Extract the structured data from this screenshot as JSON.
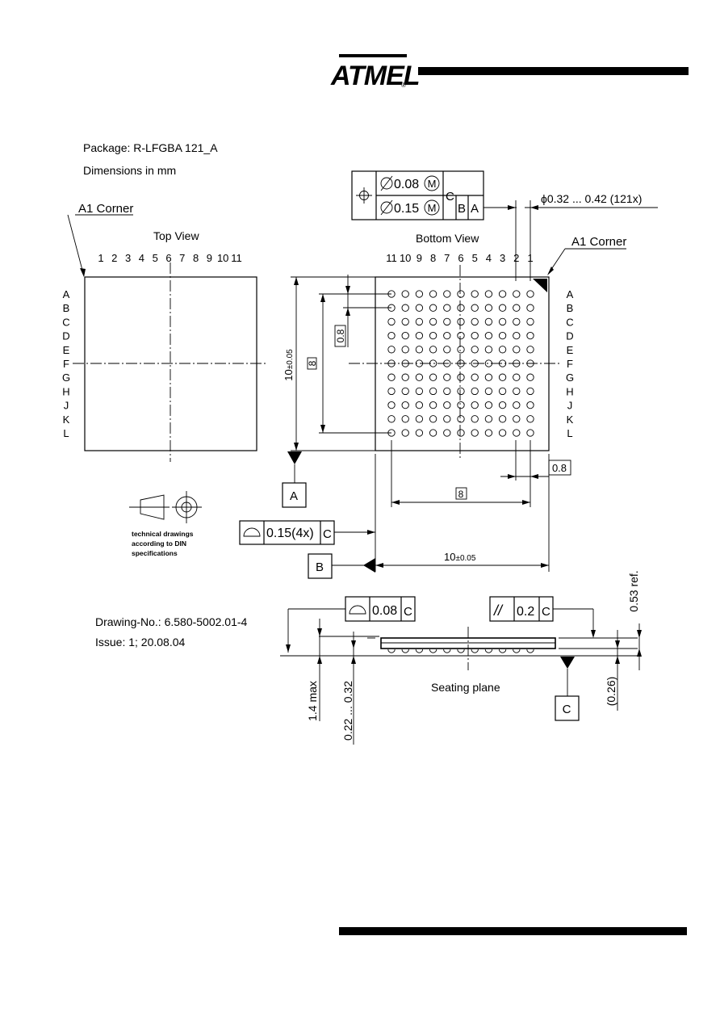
{
  "header": {
    "logo_text": "ATMEL",
    "logo_mark": "®"
  },
  "package_info": {
    "package_label": "Package:  R-LFGBA 121_A",
    "units_label": "Dimensions in mm"
  },
  "labels": {
    "a1_corner": "A1 Corner",
    "top_view": "Top View",
    "bottom_view": "Bottom View",
    "seating_plane": "Seating plane",
    "din_note": [
      "technical drawings",
      "according to DIN",
      "specifications"
    ]
  },
  "ball_grid": {
    "columns_top": [
      "1",
      "2",
      "3",
      "4",
      "5",
      "6",
      "7",
      "8",
      "9",
      "10",
      "11"
    ],
    "columns_bottom": [
      "11",
      "10",
      "9",
      "8",
      "7",
      "6",
      "5",
      "4",
      "3",
      "2",
      "1"
    ],
    "rows": [
      "A",
      "B",
      "C",
      "D",
      "E",
      "F",
      "G",
      "H",
      "J",
      "K",
      "L"
    ]
  },
  "dimensions": {
    "ball_diameter": "ϕ0.32 ... 0.42 (121x)",
    "pitch": "0.8",
    "span": "8",
    "body_size": "10",
    "body_tol": "±0.05",
    "height_max": "1.4 max",
    "ball_height": "0.22 ... 0.32",
    "substrate_ref": "0.53 ref.",
    "ball_ref": "(0.26)"
  },
  "tolerances": {
    "position1": "0.08",
    "position2": "0.15",
    "modifier": "M",
    "datum_c": "C",
    "datum_b": "B",
    "datum_a": "A",
    "flatness": "0.15(4x)",
    "coplanarity": "0.08",
    "parallelism_symbol": "//",
    "parallelism": "0.2"
  },
  "datums": {
    "a": "A",
    "b": "B",
    "c": "C"
  },
  "drawing_info": {
    "drawing_no": "Drawing-No.: 6.580-5002.01-4",
    "issue": "Issue: 1;  20.08.04"
  }
}
